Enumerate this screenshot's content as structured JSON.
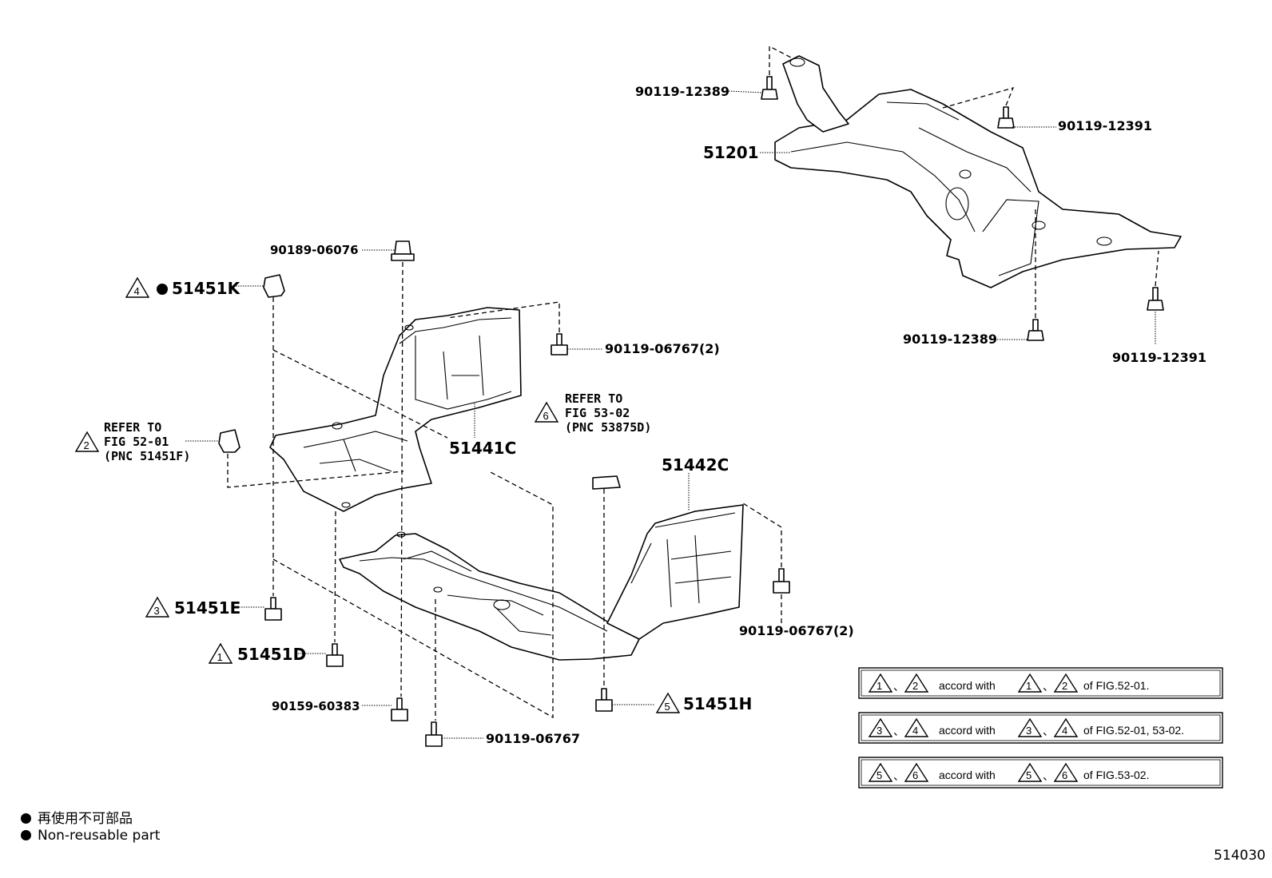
{
  "callouts": {
    "p51201": "51201",
    "p90119_12389_top": "90119-12389",
    "p90119_12391_top": "90119-12391",
    "p90119_12389_bot": "90119-12389",
    "p90119_12391_bot": "90119-12391",
    "p90189_06076": "90189-06076",
    "p51451K": "51451K",
    "p90119_06767_2a": "90119-06767(2)",
    "p51441C": "51441C",
    "p51442C": "51442C",
    "p90119_06767_2b": "90119-06767(2)",
    "p51451E": "51451E",
    "p51451D": "51451D",
    "p90159_60383": "90159-60383",
    "p90119_06767": "90119-06767",
    "p51451H": "51451H"
  },
  "refer_left": [
    "REFER TO",
    "FIG 52-01",
    "(PNC 51451F)"
  ],
  "refer_right": [
    "REFER TO",
    "FIG 53-02",
    "(PNC 53875D)"
  ],
  "triangles": {
    "t4": "4",
    "t2": "2",
    "t6": "6",
    "t3": "3",
    "t1": "1",
    "t5": "5"
  },
  "legend_boxes": [
    {
      "a": "1",
      "b": "2",
      "sep": "、",
      "mid": "accord with",
      "c": "1",
      "d": "2",
      "tail": "of FIG.52-01."
    },
    {
      "a": "3",
      "b": "4",
      "sep": "、",
      "mid": "accord with",
      "c": "3",
      "d": "4",
      "tail": "of FIG.52-01, 53-02."
    },
    {
      "a": "5",
      "b": "6",
      "sep": "、",
      "mid": "accord with",
      "c": "5",
      "d": "6",
      "tail": "of FIG.53-02."
    }
  ],
  "notes": {
    "jp": "再使用不可部品",
    "en": "Non-reusable part"
  },
  "figure_number": "514030"
}
